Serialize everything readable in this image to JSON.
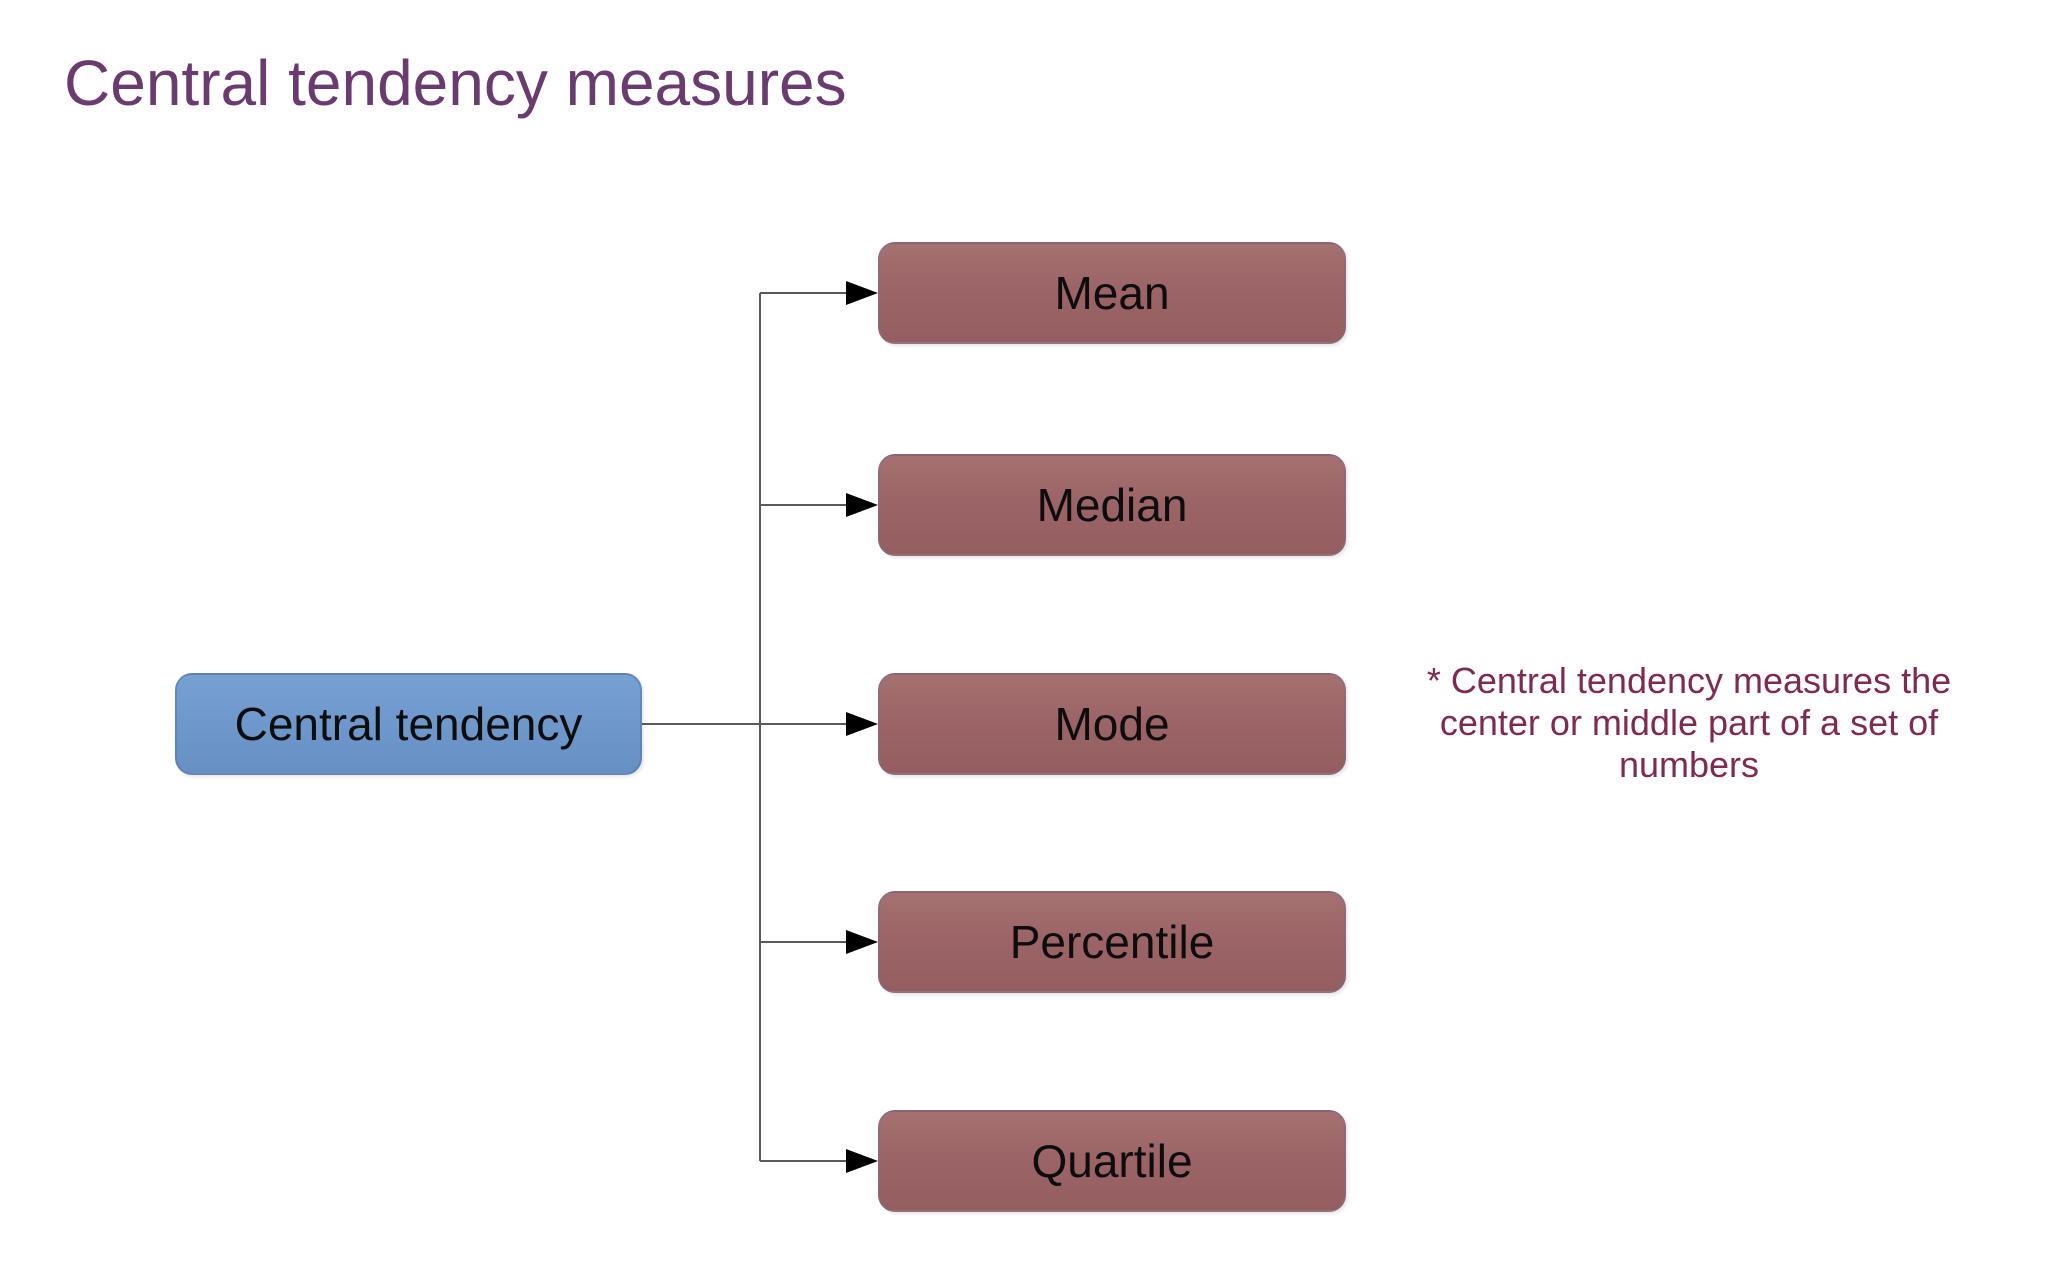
{
  "title": {
    "text": "Central tendency measures",
    "color": "#6a3b6f"
  },
  "diagram": {
    "root": {
      "label": "Central tendency",
      "fill": "#6f99cd"
    },
    "children": [
      {
        "label": "Mean"
      },
      {
        "label": "Median"
      },
      {
        "label": "Mode"
      },
      {
        "label": "Percentile"
      },
      {
        "label": "Quartile"
      }
    ],
    "child_fill": "#9c6467",
    "node_text_color": "#0d0d0d",
    "connector_color": "#595959",
    "arrow_color": "#000000"
  },
  "note": {
    "color": "#7d2b50",
    "lines": [
      "* Central tendency measures the",
      "center or middle part of a set of",
      "numbers"
    ]
  }
}
